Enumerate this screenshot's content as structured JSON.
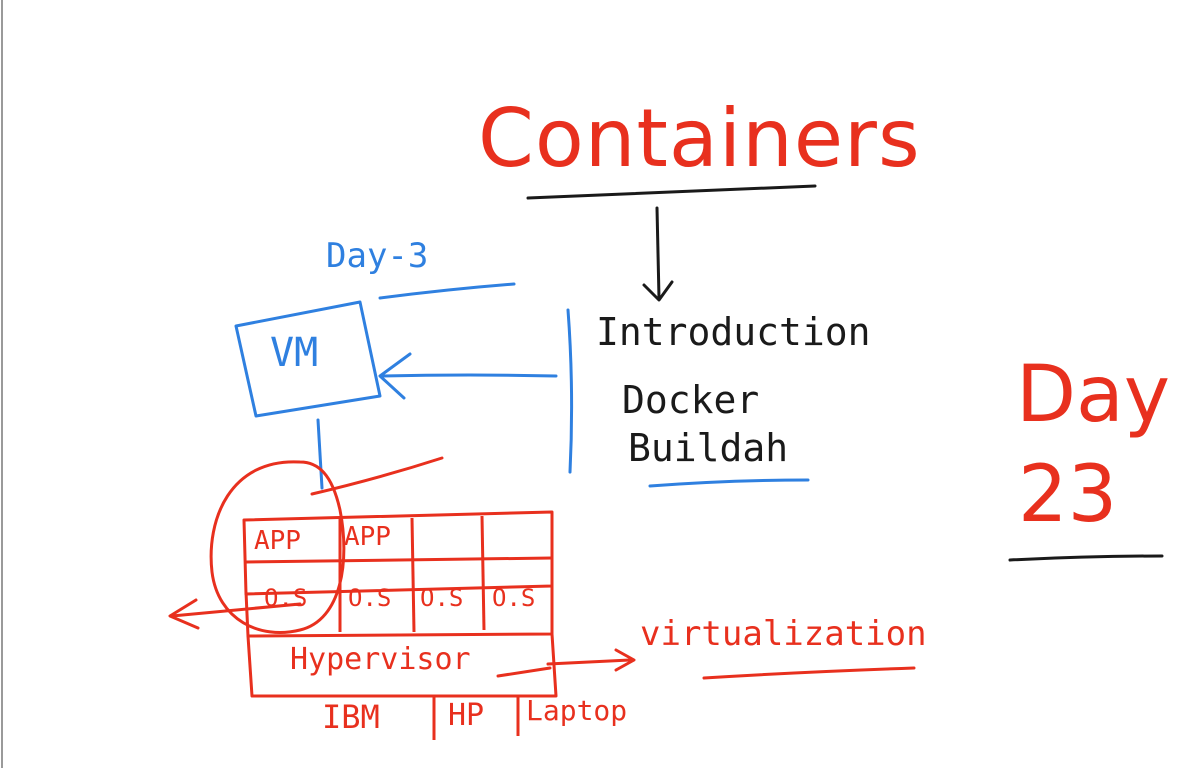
{
  "title": "Containers",
  "day_badge": {
    "word": "Day",
    "number": "23"
  },
  "list": {
    "items": [
      "Introduction",
      "Docker",
      "Buildah"
    ]
  },
  "vm_sketch": {
    "day_label": "Day-3",
    "vm_label": "VM"
  },
  "stack": {
    "apps": [
      "APP",
      "APP"
    ],
    "os": [
      "O.S",
      "O.S",
      "O.S",
      "O.S"
    ],
    "hypervisor": "Hypervisor",
    "virtualization": "virtualization",
    "hardware": [
      "IBM",
      "HP",
      "Laptop"
    ]
  },
  "colors": {
    "red": "#e8301e",
    "blue": "#2f80e0",
    "black": "#1a1a1a"
  }
}
